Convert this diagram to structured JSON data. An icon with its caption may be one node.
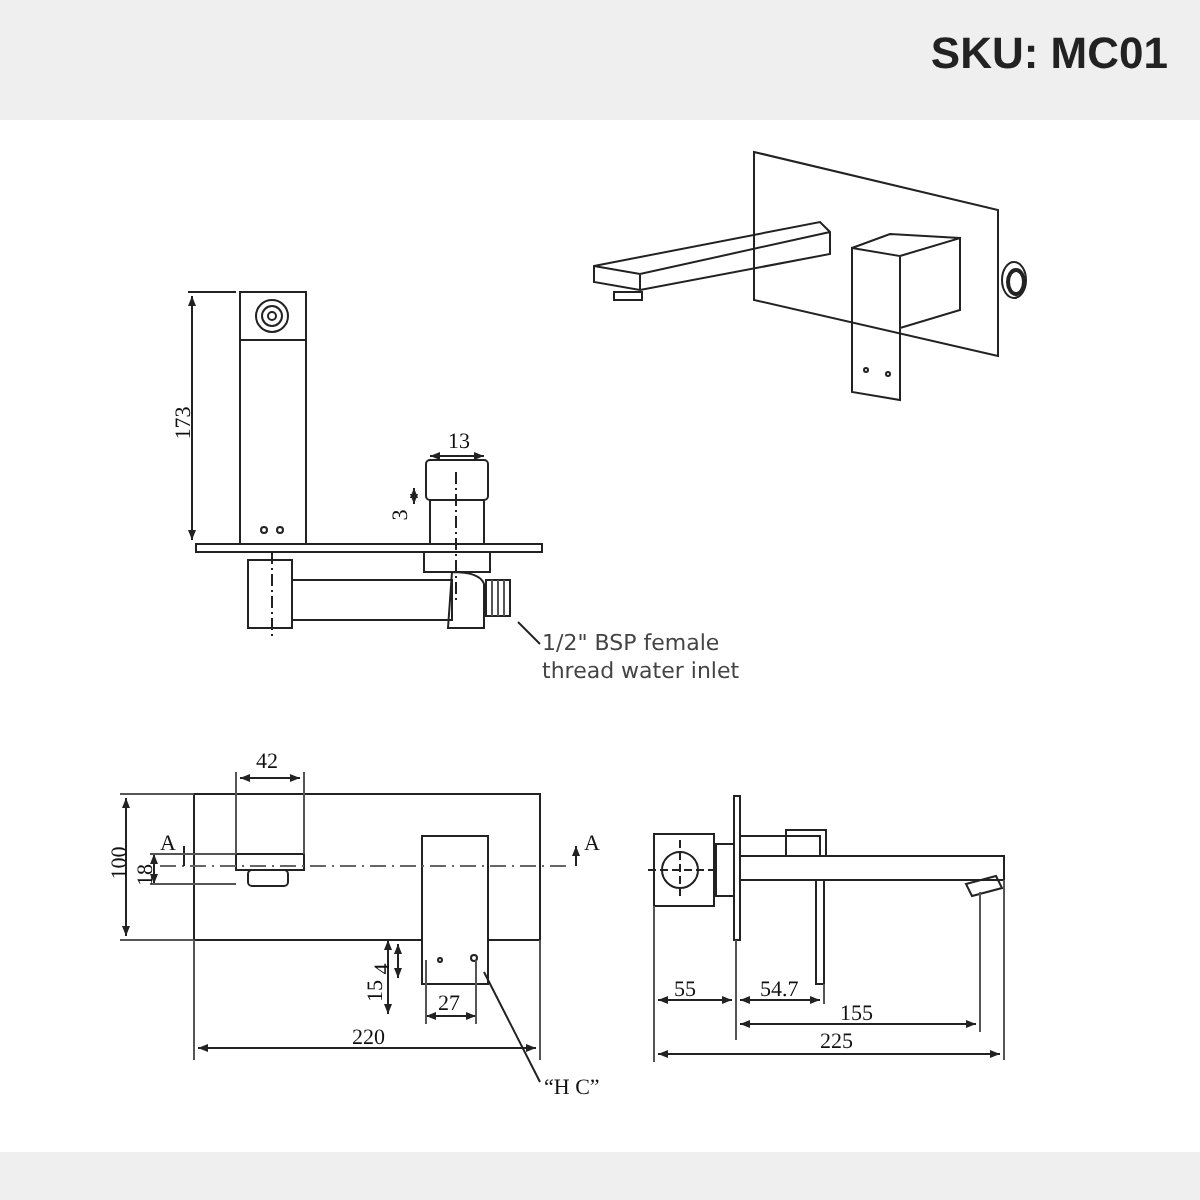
{
  "diagram": {
    "title": "SKU: MC01",
    "nodes": [
      {
        "text": [
          "1/2\" BSP female thread water inlet"
        ]
      },
      {
        "text": [
          "“H C”"
        ]
      }
    ],
    "edges": [
      {
        "from": 0,
        "to": null,
        "arrow": "none"
      },
      {
        "from": 1,
        "to": null,
        "arrow": "none"
      }
    ],
    "labels": [
      "173",
      "13",
      "3",
      "42",
      "100",
      "18",
      "A",
      "A",
      "4",
      "15",
      "27",
      "220",
      "55",
      "54.7",
      "155",
      "225"
    ]
  }
}
